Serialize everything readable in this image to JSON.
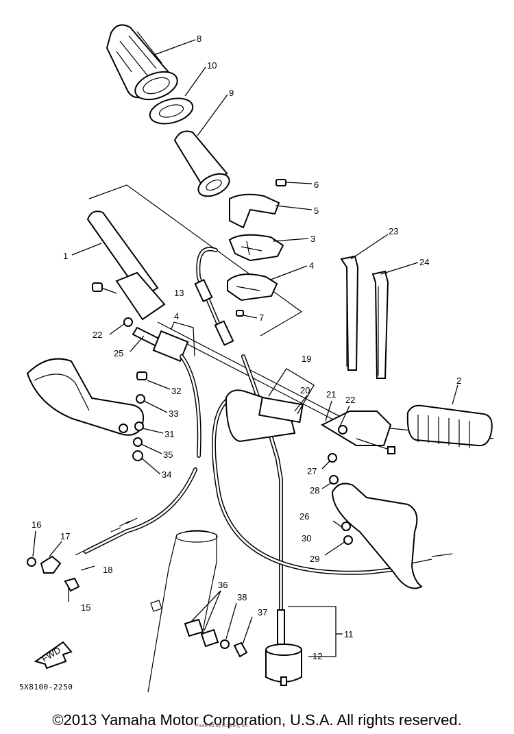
{
  "diagram_code": "5X8100-2250",
  "copyright": "©2013 Yamaha Motor Corporation, U.S.A. All rights reserved.",
  "watermark": "Powered by Ecovery, Inc.",
  "fwd_label": "FWD",
  "callouts": [
    {
      "id": "c8",
      "label": "8"
    },
    {
      "id": "c10",
      "label": "10"
    },
    {
      "id": "c9",
      "label": "9"
    },
    {
      "id": "c6",
      "label": "6"
    },
    {
      "id": "c5",
      "label": "5"
    },
    {
      "id": "c3",
      "label": "3"
    },
    {
      "id": "c4a",
      "label": "4"
    },
    {
      "id": "c7",
      "label": "7"
    },
    {
      "id": "c1",
      "label": "1"
    },
    {
      "id": "c13",
      "label": "13"
    },
    {
      "id": "c4b",
      "label": "4"
    },
    {
      "id": "c22a",
      "label": "22"
    },
    {
      "id": "c25",
      "label": "25"
    },
    {
      "id": "c32",
      "label": "32"
    },
    {
      "id": "c33",
      "label": "33"
    },
    {
      "id": "c31",
      "label": "31"
    },
    {
      "id": "c35",
      "label": "35"
    },
    {
      "id": "c34",
      "label": "34"
    },
    {
      "id": "c23",
      "label": "23"
    },
    {
      "id": "c24",
      "label": "24"
    },
    {
      "id": "c19",
      "label": "19"
    },
    {
      "id": "c20",
      "label": "20"
    },
    {
      "id": "c21",
      "label": "21"
    },
    {
      "id": "c22b",
      "label": "22"
    },
    {
      "id": "c2",
      "label": "2"
    },
    {
      "id": "c27",
      "label": "27"
    },
    {
      "id": "c28",
      "label": "28"
    },
    {
      "id": "c26",
      "label": "26"
    },
    {
      "id": "c30",
      "label": "30"
    },
    {
      "id": "c29",
      "label": "29"
    },
    {
      "id": "c16",
      "label": "16"
    },
    {
      "id": "c17",
      "label": "17"
    },
    {
      "id": "c18",
      "label": "18"
    },
    {
      "id": "c15",
      "label": "15"
    },
    {
      "id": "c36",
      "label": "36"
    },
    {
      "id": "c38",
      "label": "38"
    },
    {
      "id": "c37",
      "label": "37"
    },
    {
      "id": "c11",
      "label": "11"
    },
    {
      "id": "c12",
      "label": "12"
    }
  ]
}
